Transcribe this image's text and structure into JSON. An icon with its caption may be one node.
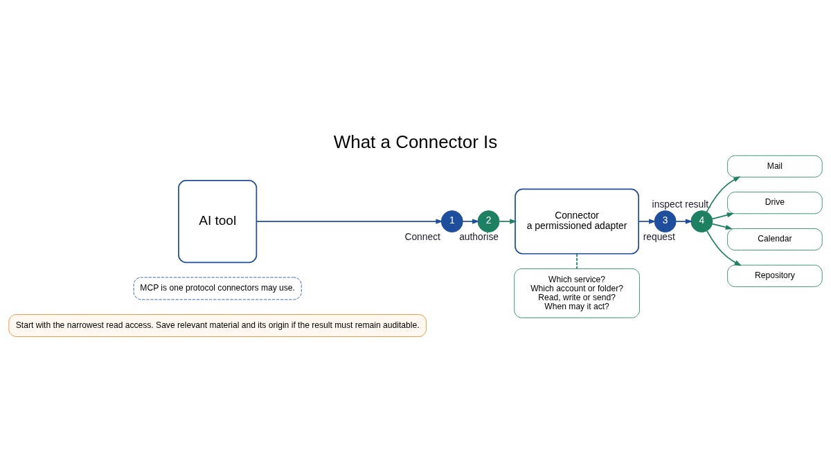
{
  "diagram": {
    "title": "What a Connector Is",
    "nodes": [
      {
        "text": [
          "AI tool"
        ]
      },
      {
        "text": [
          "1"
        ],
        "beside": [
          "Connect"
        ]
      },
      {
        "text": [
          "2"
        ],
        "beside": [
          "authorise"
        ]
      },
      {
        "text": [
          "Connector",
          "a permissioned adapter"
        ]
      },
      {
        "text": [
          "3"
        ],
        "beside": [
          "request"
        ]
      },
      {
        "text": [
          "4"
        ],
        "beside": [
          "inspect result."
        ]
      },
      {
        "text": [
          "Mail"
        ]
      },
      {
        "text": [
          "Drive"
        ]
      },
      {
        "text": [
          "Calendar"
        ]
      },
      {
        "text": [
          "Repository"
        ]
      },
      {
        "text": [
          "Which service?",
          "Which account or folder?",
          "Read, write or send?",
          "When may it act?"
        ]
      },
      {
        "text": [
          "MCP is one protocol connectors may use."
        ]
      },
      {
        "text": [
          "Start with the narrowest read access. Save relevant material and its origin if the result must remain auditable."
        ]
      }
    ],
    "edges": [
      {
        "from": 0,
        "to": 1,
        "arrow": "to",
        "color": "#1f4e9c"
      },
      {
        "from": 1,
        "to": 2,
        "arrow": "to",
        "color": "#1f4e9c"
      },
      {
        "from": 2,
        "to": 3,
        "arrow": "to"
      },
      {
        "from": 3,
        "to": 4,
        "arrow": "to",
        "color": "#1f4e9c"
      },
      {
        "from": 4,
        "to": 5,
        "arrow": "to",
        "color": "#1f4e9c"
      },
      {
        "from": 5,
        "to": 6,
        "arrow": "to"
      },
      {
        "from": 5,
        "to": 7,
        "arrow": "to"
      },
      {
        "from": 5,
        "to": 8,
        "arrow": "to"
      },
      {
        "from": 5,
        "to": 9,
        "arrow": "to"
      },
      {
        "from": 3,
        "to": 10,
        "arrow": "none",
        "style": "dashed"
      }
    ]
  }
}
